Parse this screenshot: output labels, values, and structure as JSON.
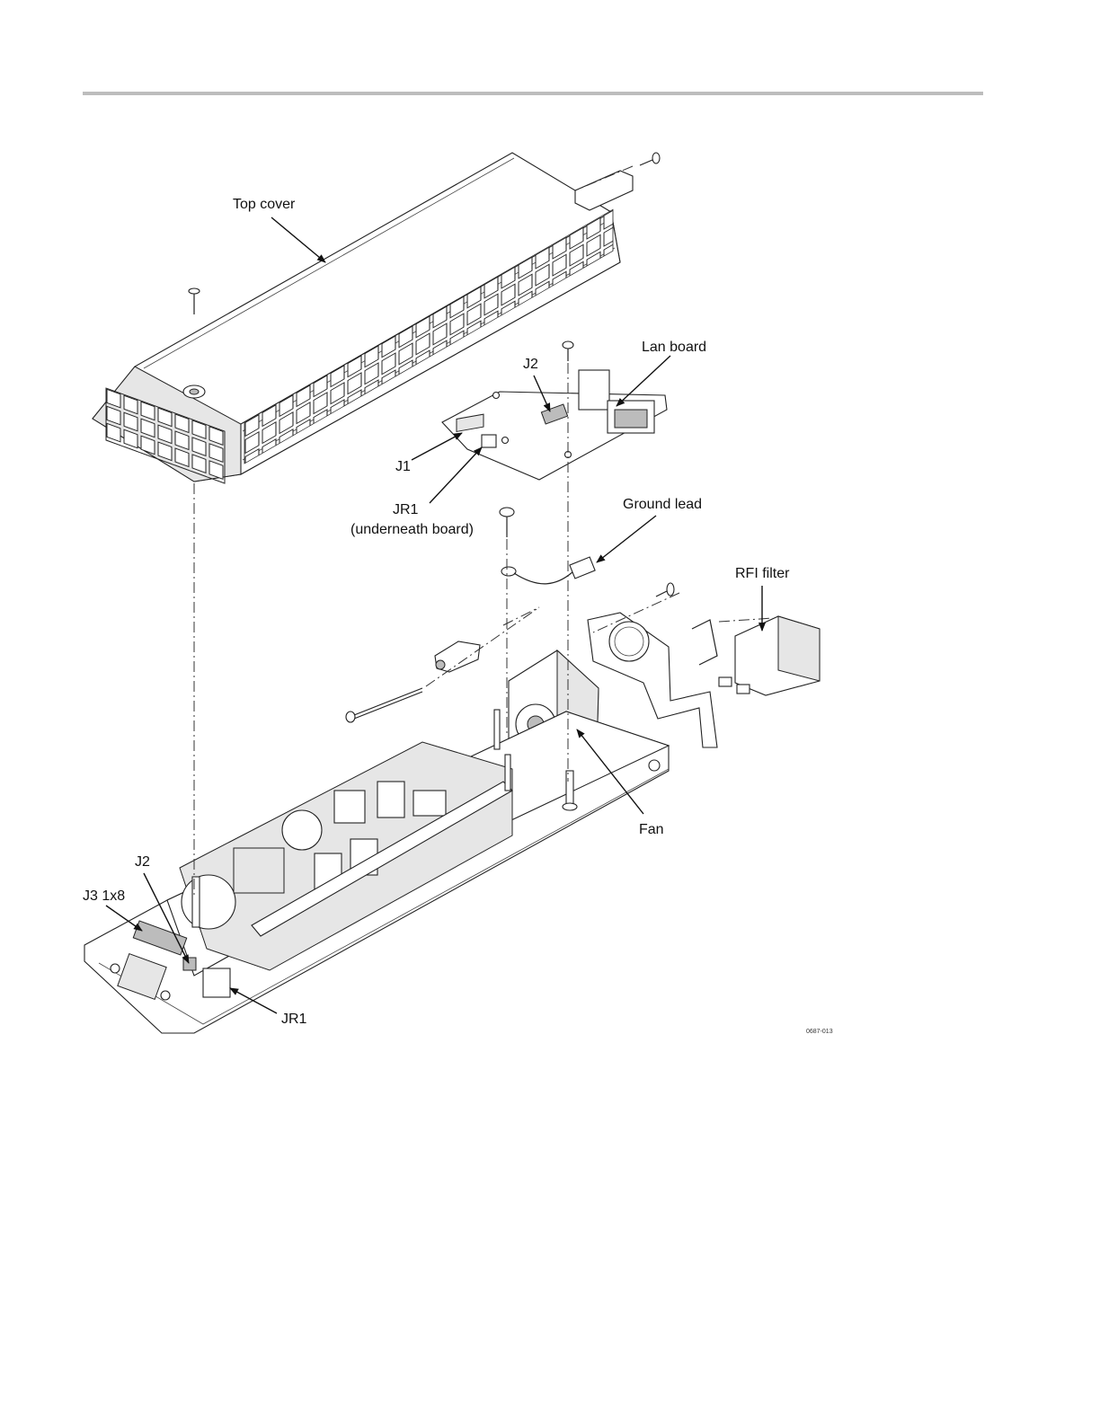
{
  "labels": {
    "top_cover": "Top cover",
    "lan_board": "Lan board",
    "lan_j2": "J2",
    "lan_j1": "J1",
    "lan_jr1": "JR1",
    "lan_jr1_note": "(underneath board)",
    "ground_lead": "Ground lead",
    "rfi_filter": "RFI filter",
    "fan": "Fan",
    "main_j2": "J2",
    "main_j3": "J3 1x8",
    "main_jr1": "JR1",
    "figure_id": "0687-013"
  }
}
